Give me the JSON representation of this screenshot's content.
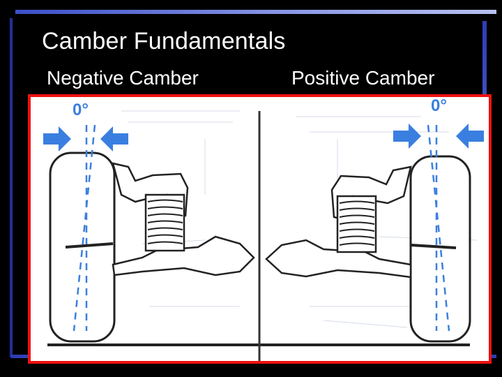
{
  "slide": {
    "title": "Camber Fundamentals",
    "left_label": "Negative Camber",
    "right_label": "Positive Camber"
  },
  "diagram": {
    "left_angle_label": "0°",
    "right_angle_label": "0°",
    "accent_color": "#3a7fe0",
    "frame_color": "#ee1111"
  }
}
